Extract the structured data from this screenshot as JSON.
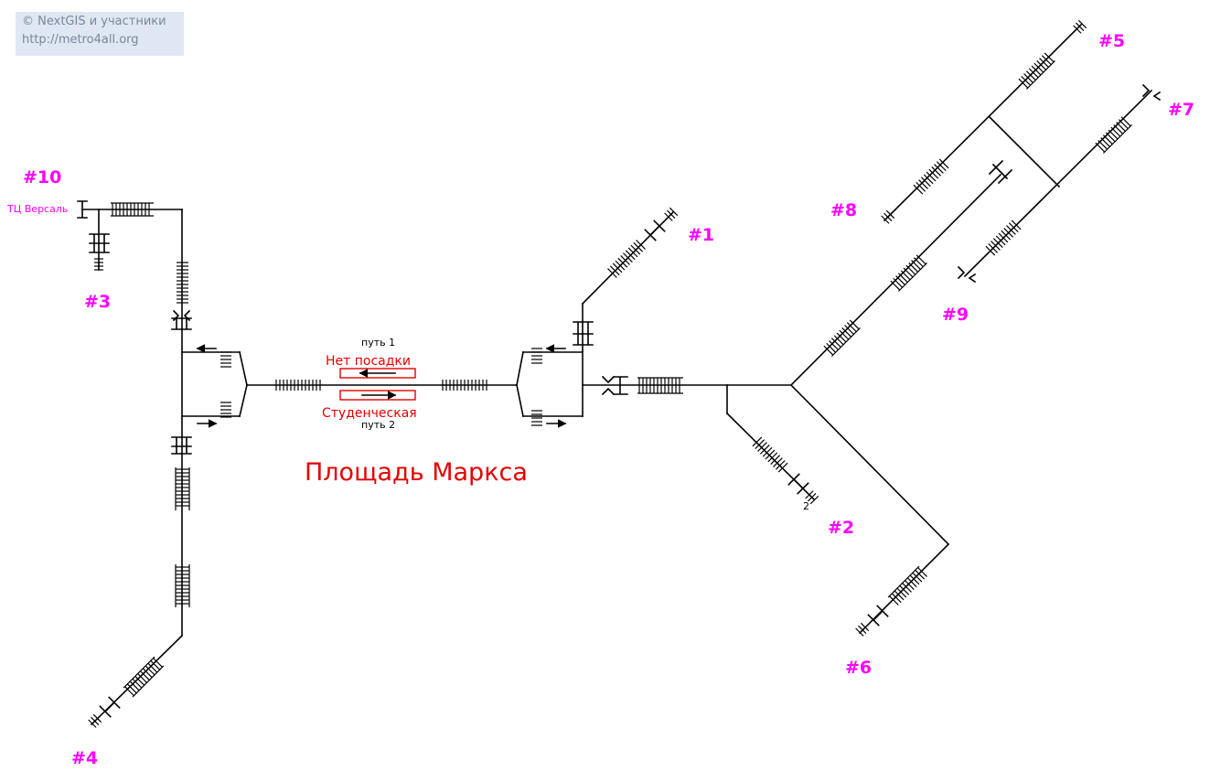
{
  "attribution": {
    "line1": "© NextGIS и участники",
    "line2": "http://metro4all.org"
  },
  "station": {
    "name": "Площадь Маркса",
    "track1_label": "путь 1",
    "track2_label": "путь 2",
    "track1_direction": "Нет посадки",
    "track2_direction": "Студенческая"
  },
  "exits": {
    "exit1": "#1",
    "exit2": "#2",
    "exit3": "#3",
    "exit4": "#4",
    "exit5": "#5",
    "exit6": "#6",
    "exit7": "#7",
    "exit8": "#8",
    "exit9": "#9",
    "exit10": "#10",
    "exit10_note": "ТЦ Версаль",
    "exit2_note": "2"
  },
  "colors": {
    "exit": "#ff00ff",
    "station": "#e60000",
    "lines": "#000000",
    "attribution_bg": "#dfe7f2"
  }
}
